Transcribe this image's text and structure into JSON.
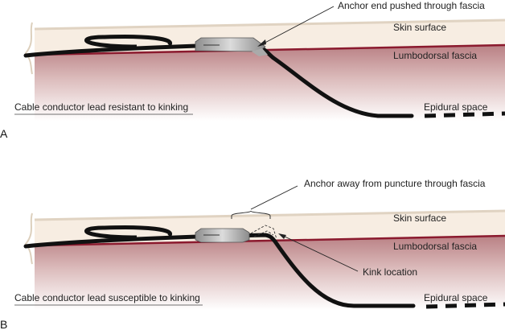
{
  "panels": [
    {
      "letter": "A",
      "caption": "Cable conductor lead resistant to kinking",
      "callout": "Anchor end pushed through fascia",
      "layers": {
        "skin": "Skin surface",
        "fascia": "Lumbodorsal fascia",
        "epidural": "Epidural space"
      }
    },
    {
      "letter": "B",
      "caption": "Cable conductor lead susceptible to kinking",
      "callout": "Anchor away from puncture through fascia",
      "kink": "Kink location",
      "layers": {
        "skin": "Skin surface",
        "fascia": "Lumbodorsal fascia",
        "epidural": "Epidural space"
      }
    }
  ],
  "colors": {
    "skin": "#f6ece1",
    "skin_edge": "#e2d6c6",
    "fascia": "#8b1a2e",
    "tissue": "#b87a7e",
    "lead": "#111111"
  }
}
